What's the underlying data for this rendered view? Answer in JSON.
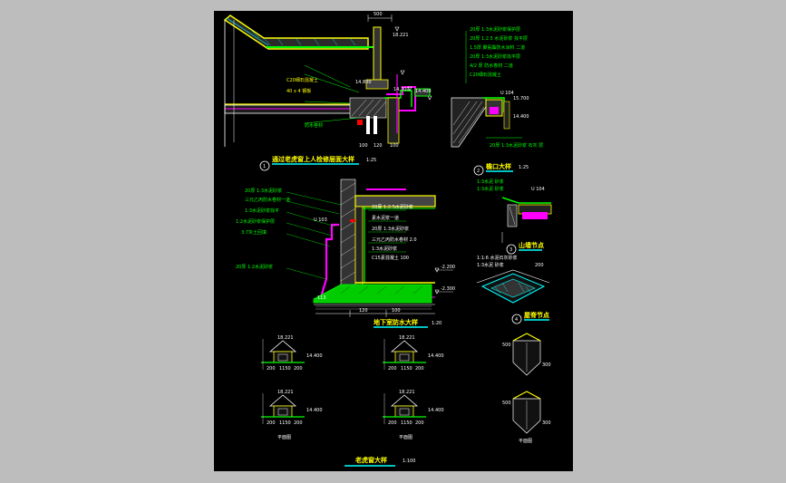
{
  "drawing": {
    "detail1": {
      "num": "1",
      "title": "通过老虎窗上人检修层面大样",
      "scale": "1:25",
      "elev_top": "18.221",
      "elev_a": "14.800",
      "elev_b": "14.700",
      "elev_c": "14.400",
      "dim_top": "500",
      "note_a": "C20细石混凝土",
      "note_b": "40 x 4 钢板",
      "note_c": "防水卷材",
      "dims": [
        "100",
        "120",
        "100"
      ]
    },
    "notes_right": [
      "20厚 1:3水泥砂浆保护层",
      "20厚 1:2.5 水泥砂浆 找平层",
      "1.5厚 聚氨酯防水涂料 二道",
      "20厚 1:3水泥砂浆找平层",
      "4/2 厚 防水卷材 二道",
      "C20细石混凝土"
    ],
    "detail_right": {
      "u": "U 104",
      "elev_a": "15.700",
      "elev_b": "14.400",
      "note": "20厚 1:3水泥砂浆 石灰 层"
    },
    "detail2": {
      "num": "2",
      "title": "檐口大样",
      "scale": "1:25",
      "note_a": "1:3水泥 砂浆",
      "note_b": "1:3水泥 砂浆",
      "tag": "U 104"
    },
    "detail3": {
      "num": "3",
      "title": "山墙节点",
      "note_a": "1:1:6 水泥石灰砂浆",
      "note_b": "1:3水泥 砂浆"
    },
    "detail4": {
      "num": "4",
      "title": "屋脊节点",
      "tag": "200"
    },
    "basement": {
      "title": "地下室防水大样",
      "scale": "1:20",
      "notes_left": [
        "20厚 1:3水泥砂浆",
        "三元乙丙防水卷材一道",
        "1:3水泥砂浆找平",
        "1:2水泥砂浆保护层",
        "3:7灰土回填",
        "20厚 1:2水泥砂浆"
      ],
      "notes_right": [
        "20厚 1:2.5水泥砂浆",
        "素水泥浆一道",
        "20厚 1:3水泥砂浆",
        "三元乙丙防水卷材 2.0",
        "1:3水泥砂浆",
        "C15素混凝土 100"
      ],
      "elev_a": "-2.200",
      "elev_b": "-2.300",
      "tag": "U 103",
      "dims": [
        "113",
        "120",
        "100"
      ]
    },
    "dormer": {
      "title": "老虎窗大样",
      "scale": "1:100",
      "elev_top": "18.221",
      "elev_mid": "14.400",
      "dims": [
        "200",
        "1150",
        "200"
      ],
      "label": "平面图"
    },
    "section_marks": [
      "500",
      "300",
      "平面图"
    ]
  }
}
